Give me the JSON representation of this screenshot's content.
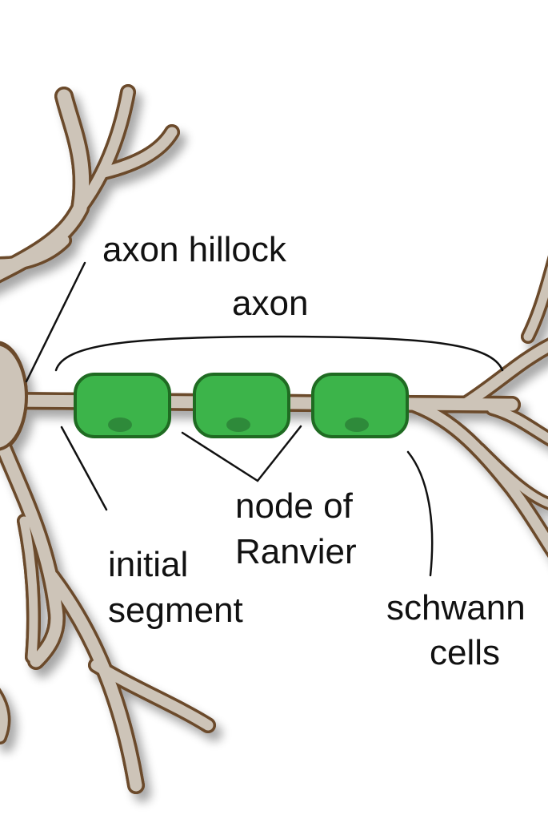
{
  "labels": {
    "axon_hillock": "axon hillock",
    "axon": "axon",
    "initial_segment_line1": "initial",
    "initial_segment_line2": "segment",
    "node_of_ranvier_line1": "node of",
    "node_of_ranvier_line2": "Ranvier",
    "schwann_cells_line1": "schwann",
    "schwann_cells_line2": "cells"
  },
  "colors": {
    "membrane_fill": "#cdc4b8",
    "membrane_outline": "#6b4a2b",
    "schwann_fill": "#3cb44a",
    "schwann_outline": "#1f6b22",
    "schwann_nucleus": "#2e8a3a",
    "leader_line": "#111111"
  }
}
